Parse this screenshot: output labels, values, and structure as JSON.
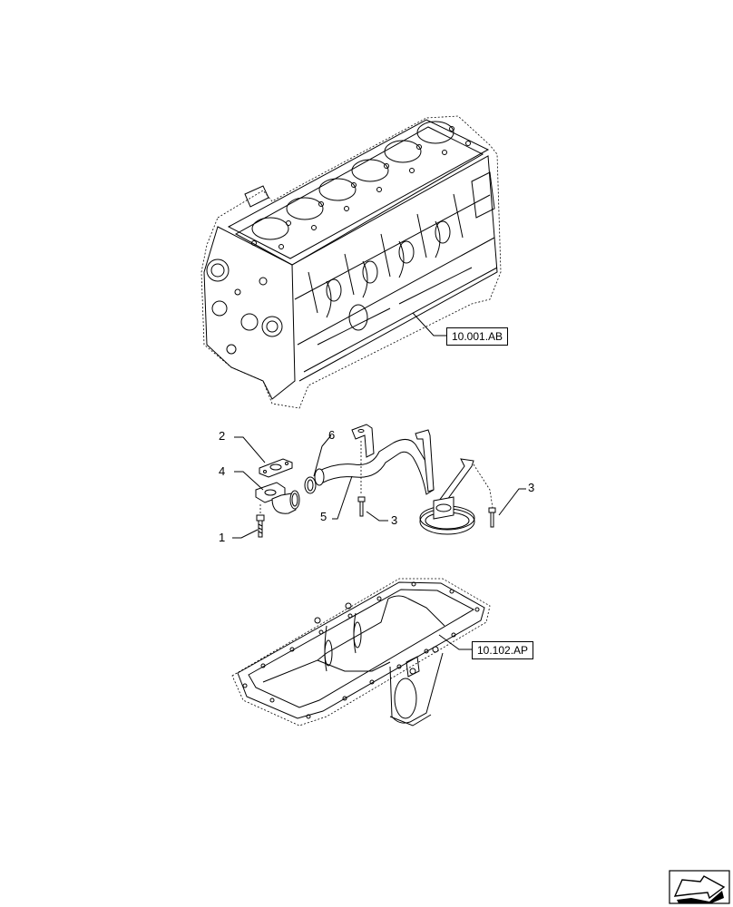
{
  "diagram": {
    "references": [
      {
        "id": "block",
        "label": "10.001.AB"
      },
      {
        "id": "pan",
        "label": "10.102.AP"
      }
    ],
    "callouts": [
      "1",
      "2",
      "3",
      "3",
      "4",
      "5",
      "6"
    ]
  },
  "nav": {
    "icon": "next-page-arrow-icon"
  }
}
